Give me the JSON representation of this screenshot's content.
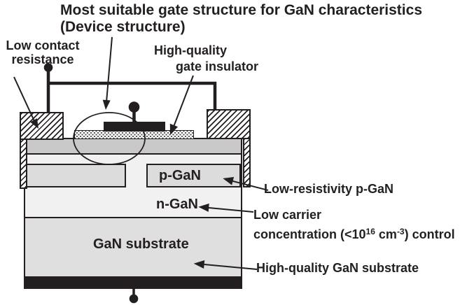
{
  "diagram": {
    "title_line1": "Most suitable gate structure for GaN characteristics",
    "title_line2": "(Device structure)",
    "annotations": {
      "low_contact_line1": "Low contact",
      "low_contact_line2": "resistance",
      "gate_insulator_line1": "High-quality",
      "gate_insulator_line2": "gate insulator",
      "low_resistivity": "Low-resistivity p-GaN",
      "low_carrier_line1": "Low carrier",
      "low_carrier_line2_pre": "concentration (<10",
      "low_carrier_sup1": "16",
      "low_carrier_mid": " cm",
      "low_carrier_sup2": "-3",
      "low_carrier_line2_post": ") control",
      "substrate": "High-quality GaN substrate"
    },
    "layers": {
      "p_gan_label": "p-GaN",
      "n_gan_label": "n-GaN",
      "substrate_label": "GaN substrate"
    },
    "colors": {
      "ink": "#231f20",
      "barrier_gray": "#c9c9c9",
      "n_gan_fill": "#f2f1f1",
      "p_gan_fill": "#dcdcdc",
      "substrate_fill": "#e0dfdf"
    }
  }
}
